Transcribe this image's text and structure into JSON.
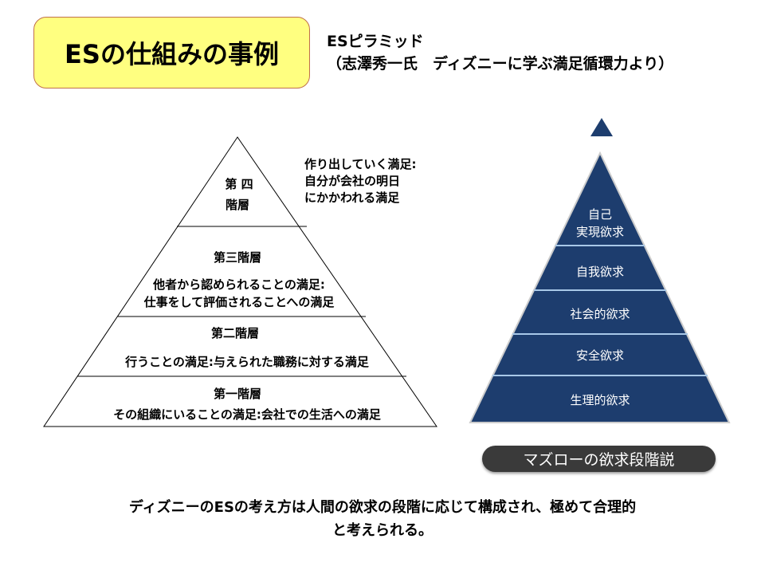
{
  "title": "ESの仕組みの事例",
  "subtitle": {
    "line1": "ESピラミッド",
    "line2": "（志澤秀一氏　ディズニーに学ぶ満足循環力より）"
  },
  "es_pyramid": {
    "level4": {
      "label_line1": "第 四",
      "label_line2": "階層",
      "desc_lines": [
        "作り出していく満足:",
        "自分が会社の明日",
        "にかかわれる満足"
      ]
    },
    "level3": {
      "label": "第三階層",
      "desc_line1": "他者から認められることの満足:",
      "desc_line2": "仕事をして評価されることへの満足"
    },
    "level2": {
      "label": "第二階層",
      "desc": "行うことの満足:与えられた職務に対する満足"
    },
    "level1": {
      "label": "第一階層",
      "desc": "その組織にいることの満足:会社での生活への満足"
    }
  },
  "maslow": {
    "levels": [
      {
        "line1": "自己",
        "line2": "実現欲求"
      },
      {
        "label": "自我欲求"
      },
      {
        "label": "社会的欲求"
      },
      {
        "label": "安全欲求"
      },
      {
        "label": "生理的欲求"
      }
    ],
    "caption": "マズローの欲求段階説",
    "color": "#1d3d6e"
  },
  "conclusion": {
    "line1": "ディズニーのESの考え方は人間の欲求の段階に応じて構成され、極めて合理的",
    "line2": "と考えられる。"
  }
}
